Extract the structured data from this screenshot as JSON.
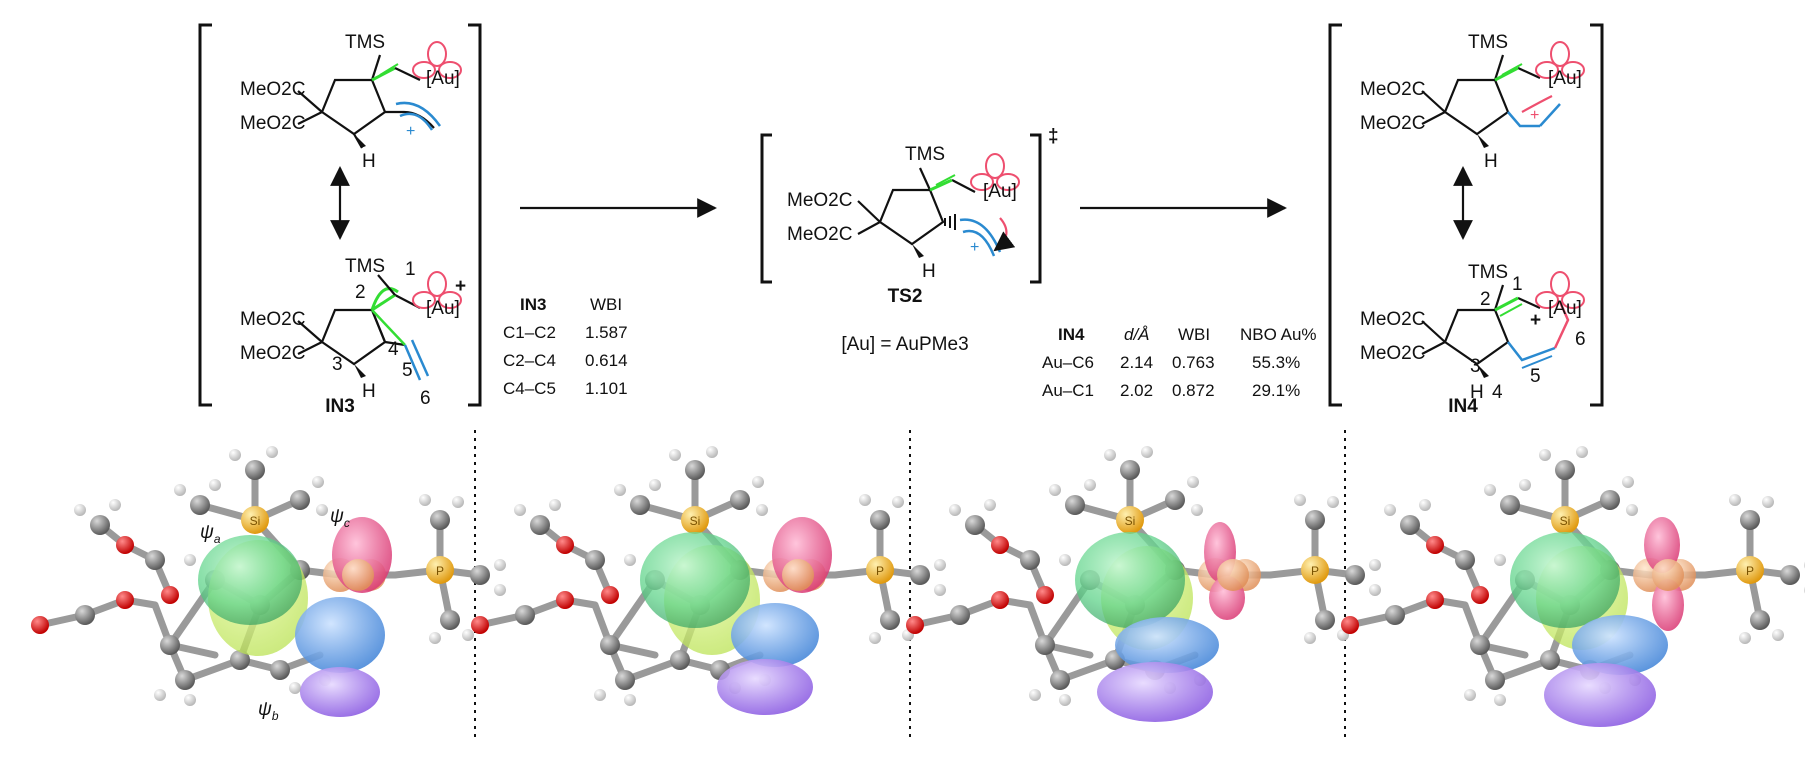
{
  "scheme": {
    "in3": {
      "compound_label": "IN3",
      "resonance_a": {
        "tms": "TMS",
        "ester1": "MeO2C",
        "ester2": "MeO2C",
        "au": "[Au]",
        "h": "H",
        "charge": "+"
      },
      "resonance_b": {
        "tms": "TMS",
        "ester1": "MeO2C",
        "ester2": "MeO2C",
        "au": "[Au]",
        "h": "H",
        "charge": "+",
        "numbers": [
          "1",
          "2",
          "3",
          "4",
          "5",
          "6"
        ]
      },
      "table": {
        "headers": [
          "IN3",
          "WBI"
        ],
        "rows": [
          [
            "C1–C2",
            "1.587"
          ],
          [
            "C2–C4",
            "0.614"
          ],
          [
            "C4–C5",
            "1.101"
          ]
        ]
      }
    },
    "ts2": {
      "compound_label": "TS2",
      "dagger": "‡",
      "tms": "TMS",
      "ester1": "MeO2C",
      "ester2": "MeO2C",
      "au": "[Au]",
      "h": "H",
      "charge": "+",
      "definition": "[Au] = AuPMe3"
    },
    "in4": {
      "compound_label": "IN4",
      "resonance_a": {
        "tms": "TMS",
        "ester1": "MeO2C",
        "ester2": "MeO2C",
        "au": "[Au]",
        "h": "H",
        "charge": "+"
      },
      "resonance_b": {
        "tms": "TMS",
        "ester1": "MeO2C",
        "ester2": "MeO2C",
        "au": "[Au]",
        "h": "H",
        "charge": "+",
        "numbers": [
          "1",
          "2",
          "3",
          "4",
          "5",
          "6"
        ]
      },
      "table": {
        "headers": [
          "IN4",
          "d/Å",
          "WBI",
          "NBO Au%"
        ],
        "rows": [
          [
            "Au–C6",
            "2.14",
            "0.763",
            "55.3%"
          ],
          [
            "Au–C1",
            "2.02",
            "0.872",
            "29.1%"
          ]
        ]
      }
    }
  },
  "orbital_panels": {
    "labels": {
      "psi_a": "ψa",
      "psi_b": "ψb",
      "psi_c": "ψc",
      "si": "Si",
      "p": "P"
    },
    "colors": {
      "green": "#5fd38a",
      "lime": "#c8ef63",
      "pink": "#ee4f8b",
      "blue": "#4a8ee0",
      "purple": "#9a6ae8",
      "gold": "#f0a820",
      "carbon": "#7a7a7a",
      "oxygen": "#e01010",
      "hydrogen": "#dcdcdc",
      "au": "#f2b27a"
    }
  },
  "colors": {
    "green_bond": "#33dd33",
    "blue_allyl": "#2a8ad0",
    "pink_orbital": "#ee4f6f",
    "arrow": "#111111"
  }
}
